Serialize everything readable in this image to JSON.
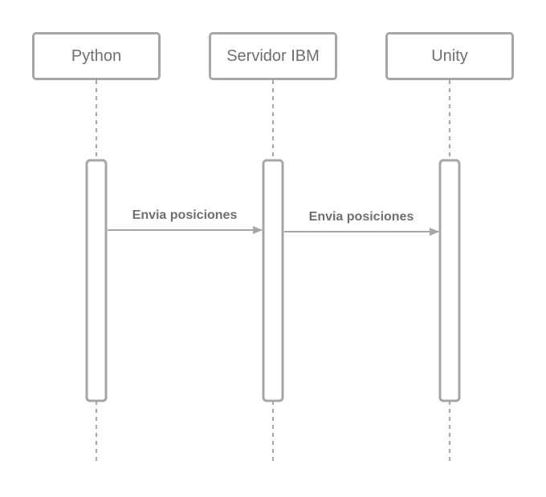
{
  "participants": [
    {
      "name": "Python"
    },
    {
      "name": "Servidor IBM"
    },
    {
      "name": "Unity"
    }
  ],
  "messages": [
    {
      "from": "Python",
      "to": "Servidor IBM",
      "label": "Envia posiciones"
    },
    {
      "from": "Servidor IBM",
      "to": "Unity",
      "label": "Envia posiciones"
    }
  ],
  "colors": {
    "stroke": "#a6a6a6",
    "text": "#6e6e6e",
    "background": "#ffffff"
  }
}
